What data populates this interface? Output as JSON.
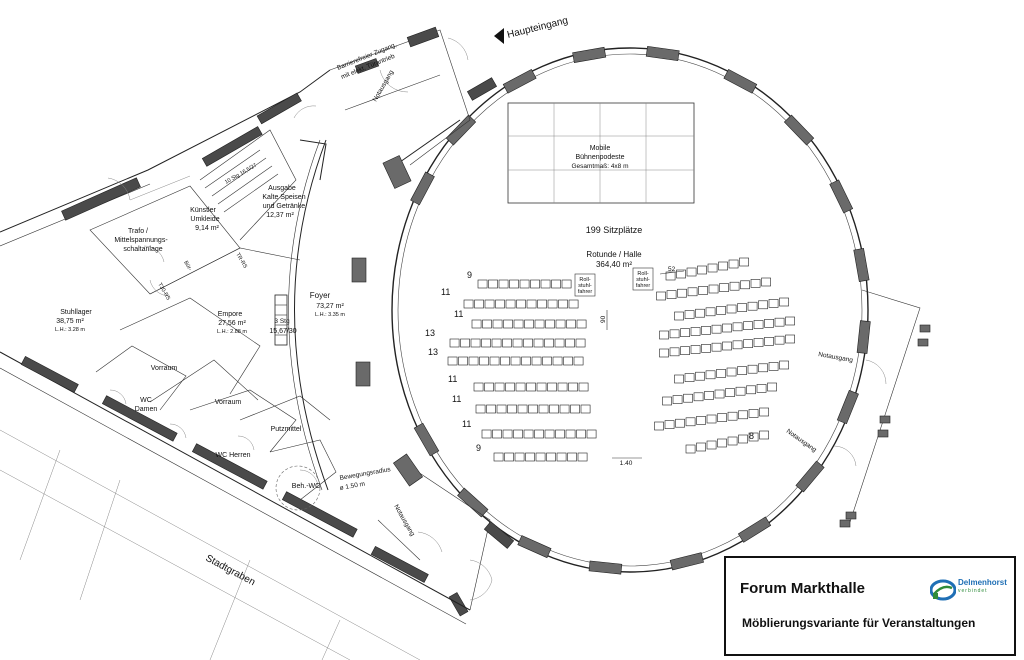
{
  "header": {
    "main_entrance": "Haupteingang",
    "accessible_entrance_line1": "Barrierefreier Zugang,",
    "accessible_entrance_line2": "mit elekt. Türantrieb"
  },
  "rooms": {
    "stage": {
      "line1": "Mobile",
      "line2": "Bühnenpodeste",
      "line3": "Gesamtmaß: 4x8 m"
    },
    "seats_total": "199 Sitzplätze",
    "rotunde": {
      "name": "Rotunde / Halle",
      "area": "364,40 m²"
    },
    "foyer": {
      "name": "Foyer",
      "area": "73,27 m²",
      "height": "L.H.: 3.35 m"
    },
    "empore": {
      "name": "Empore",
      "area": "27,56 m²",
      "height": "L.H.: 2.88 m"
    },
    "ausgabe": {
      "line1": "Ausgabe",
      "line2": "Kalte Speisen",
      "line3": "und Getränke",
      "area": "12,37 m²"
    },
    "kuenstler": {
      "line1": "Künstler",
      "line2": "Umkleide",
      "area": "9,14 m²"
    },
    "trafo": {
      "line1": "Trafo /",
      "line2": "Mittelspannungs-",
      "line3": "schaltanlage"
    },
    "stuhllager": {
      "name": "Stuhllager",
      "area": "38,75 m²",
      "height": "L.H.: 3.28 m"
    },
    "vorraum1": "Vorraum",
    "vorraum2": "Vorraum",
    "wc_damen": {
      "line1": "WC",
      "line2": "Damen"
    },
    "wc_herren": "WC Herren",
    "putzmittel": "Putzmittel",
    "beh_wc": "Beh.-WC",
    "street": "Stadtgraben"
  },
  "annotations": {
    "notausgang": "Notausgang",
    "stairs": "3 Stg",
    "stairs_dim": "15,67/30",
    "turning_radius_line1": "Bewegungsradius",
    "turning_radius_line2": "ø 1.50 m",
    "rollstuhl_line1": "Roll-",
    "rollstuhl_line2": "stuhl-",
    "rollstuhl_line3": "fahrer",
    "dim_52": "52",
    "dim_90": "90",
    "dim_140": "1.40",
    "stair_steps": "10 Stg 16,5/27",
    "door_label_1": "TR-RS",
    "door_label_2": "T30-RS",
    "buero": "Bür-"
  },
  "seating_rows": [
    {
      "label": "9",
      "count": 9
    },
    {
      "label": "11",
      "count": 11
    },
    {
      "label": "11",
      "count": 11
    },
    {
      "label": "13",
      "count": 13
    },
    {
      "label": "13",
      "count": 13
    },
    {
      "label": "11",
      "count": 11
    },
    {
      "label": "11",
      "count": 11
    },
    {
      "label": "11",
      "count": 11
    },
    {
      "label": "9",
      "count": 9
    }
  ],
  "right_block_rows": [
    {
      "count": 8
    },
    {
      "count": 11
    },
    {
      "count": 11
    },
    {
      "count": 13
    },
    {
      "count": 13
    },
    {
      "count": 11
    },
    {
      "count": 11
    },
    {
      "count": 11
    },
    {
      "count": 8,
      "label": "8"
    }
  ],
  "title_block": {
    "title": "Forum Markthalle",
    "subtitle": "Möblierungsvariante für Veranstaltungen",
    "logo_text": "Delmenhorst",
    "logo_sub": "verbindet"
  }
}
